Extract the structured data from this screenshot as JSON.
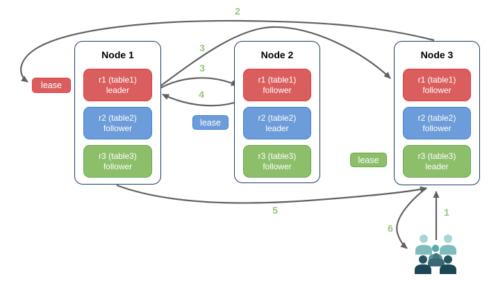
{
  "diagram": {
    "nodes": [
      {
        "title": "Node 1",
        "replicas": [
          {
            "name": "r1 (table1)",
            "role": "leader",
            "color": "#DB5E5E"
          },
          {
            "name": "r2 (table2)",
            "role": "follower",
            "color": "#6C9CD9"
          },
          {
            "name": "r3 (table3)",
            "role": "follower",
            "color": "#8DBF6B"
          }
        ]
      },
      {
        "title": "Node 2",
        "replicas": [
          {
            "name": "r1 (table1)",
            "role": "follower",
            "color": "#DB5E5E"
          },
          {
            "name": "r2 (table2)",
            "role": "leader",
            "color": "#6C9CD9"
          },
          {
            "name": "r3 (table3)",
            "role": "follower",
            "color": "#8DBF6B"
          }
        ]
      },
      {
        "title": "Node 3",
        "replicas": [
          {
            "name": "r1 (table1)",
            "role": "follower",
            "color": "#DB5E5E"
          },
          {
            "name": "r2 (table2)",
            "role": "follower",
            "color": "#6C9CD9"
          },
          {
            "name": "r3 (table3)",
            "role": "leader",
            "color": "#8DBF6B"
          }
        ]
      }
    ],
    "leases": [
      {
        "label": "lease",
        "color": "#DB5E5E"
      },
      {
        "label": "lease",
        "color": "#6C9CD9"
      },
      {
        "label": "lease",
        "color": "#8DBF6B"
      }
    ],
    "steps": {
      "s1": "1",
      "s2": "2",
      "s3a": "3",
      "s3b": "3",
      "s4": "4",
      "s5": "5",
      "s6": "6"
    },
    "colors": {
      "arrow": "#616161",
      "step_label": "#94C67B",
      "node_border": "#1B3C63",
      "red_fill": "#DB5E5E",
      "red_border": "#E23B3B",
      "blue_fill": "#6C9CD9",
      "blue_border": "#4483CE",
      "green_fill": "#8DBF6B",
      "green_border": "#65A84D"
    },
    "people": {
      "icon": "users-icon",
      "colors": {
        "light": "#A9D5D5",
        "medium": "#5EA7AF",
        "slate": "#3A6875",
        "dark": "#1B4654"
      }
    }
  }
}
